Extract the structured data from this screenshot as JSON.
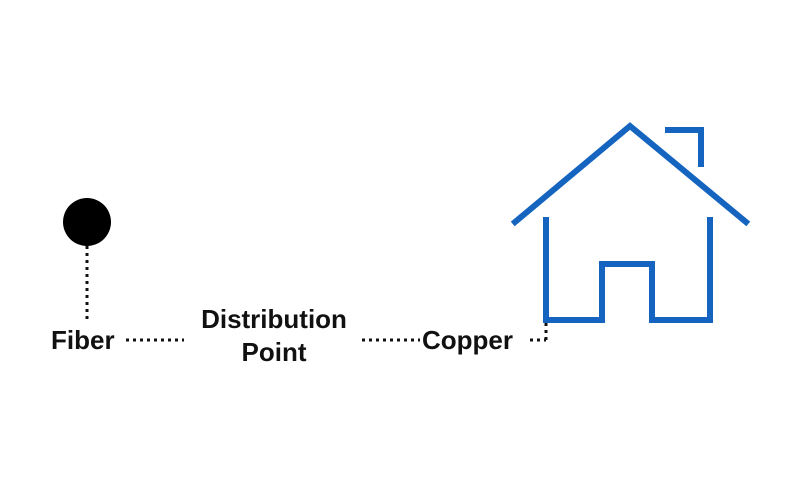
{
  "labels": {
    "fiber": "Fiber",
    "distribution_line1": "Distribution",
    "distribution_line2": "Point",
    "copper": "Copper"
  },
  "icons": {
    "node": "node-dot-icon",
    "house": "house-icon"
  },
  "colors": {
    "node": "#000000",
    "house": "#1565c0",
    "connector": "#111111",
    "text": "#111111",
    "background": "#ffffff"
  }
}
